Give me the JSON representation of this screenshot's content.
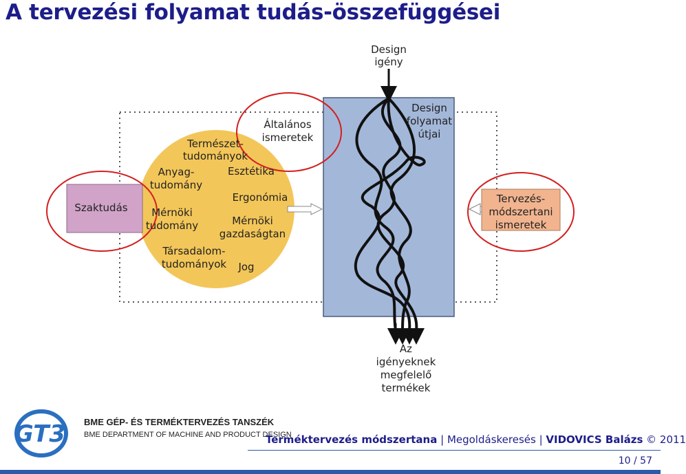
{
  "slide": {
    "title": "A tervezési folyamat tudás-összefüggései",
    "page_current": "10",
    "page_separator": " / ",
    "page_total": "57"
  },
  "diagram": {
    "design_need": [
      "Design",
      "igény"
    ],
    "design_path": [
      "Design",
      "folyamat",
      "útjai"
    ],
    "output": [
      "Az",
      "igényeknek",
      "megfelelő",
      "termékek"
    ],
    "specialist": "Szaktudás",
    "methodology": [
      "Tervezés-",
      "módszertani",
      "ismeretek"
    ],
    "general": [
      "Általános",
      "ismeretek"
    ],
    "circle_items": {
      "natural": [
        "Természet-",
        "tudományok"
      ],
      "material": [
        "Anyag-",
        "tudomány"
      ],
      "aesthetics": "Esztétika",
      "ergonomics": "Ergonómia",
      "engineering": [
        "Mérnöki",
        "tudomány"
      ],
      "econ": [
        "Mérnöki",
        "gazdaságtan"
      ],
      "social": [
        "Társadalom-",
        "tudományok"
      ],
      "law": "Jog"
    },
    "colors": {
      "circle_fill": "#f3c659",
      "process_fill": "#a3b7d9",
      "specialist_fill": "#d1a3c9",
      "method_fill": "#f1b48f",
      "highlight": "#d21f1f",
      "title": "#1d1d8a"
    }
  },
  "footer": {
    "org_name": "BME GÉP- ÉS TERMÉKTERVEZÉS TANSZÉK",
    "org_name_en": "BME DEPARTMENT OF MACHINE AND PRODUCT DESIGN",
    "logo_text": "GT3",
    "course": "Terméktervezés módszertana",
    "sep1": " | ",
    "topic": "Megoldáskeresés",
    "sep2": " | ",
    "author": "VIDOVICS Balázs",
    "copyright": " © 2011"
  }
}
